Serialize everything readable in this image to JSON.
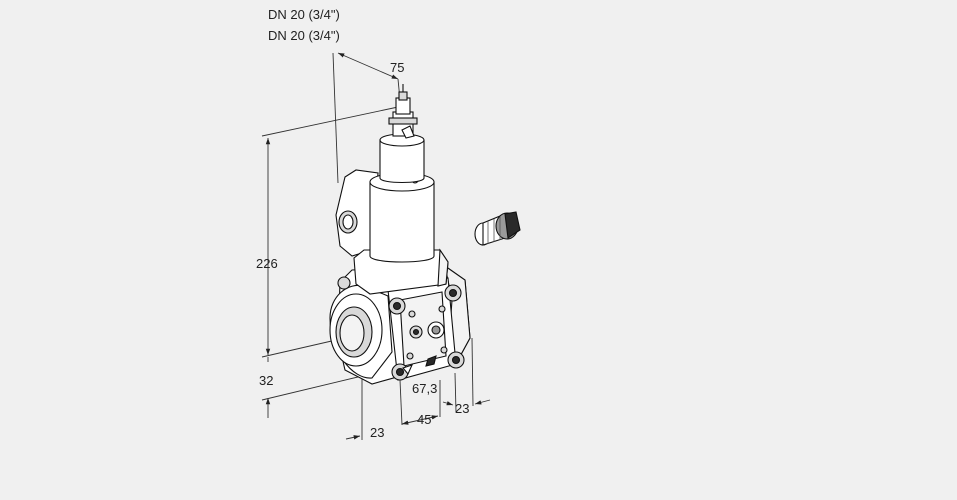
{
  "labels": {
    "inlet_size": "DN 20 (3/4\")",
    "outlet_size": "DN 20 (3/4\")"
  },
  "dimensions": {
    "top_offset": "75",
    "height": "226",
    "base_height": "32",
    "inlet_depth": "23",
    "body_width": "45",
    "center_offset": "67,3",
    "side_depth": "23"
  },
  "icons": [
    "solenoid-valve-drawing",
    "cable-gland-icon"
  ]
}
